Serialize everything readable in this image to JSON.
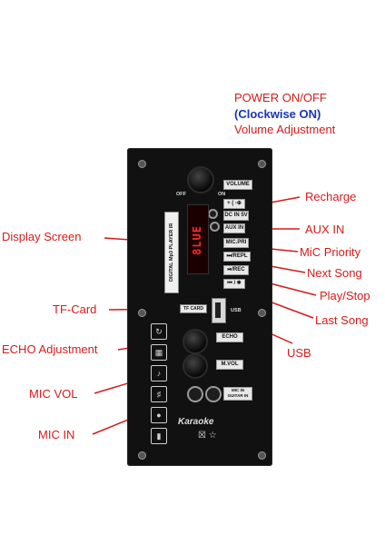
{
  "callouts": {
    "power": "POWER ON/OFF",
    "clockwise": "(Clockwise ON)",
    "volume_adjust": "Volume Adjustment",
    "recharge": "Recharge",
    "aux_in": "AUX IN",
    "display_screen": "Display Screen",
    "mic_priority": "MiC Priority",
    "next_song": "Next Song",
    "play_stop": "Play/Stop",
    "tf_card": "TF-Card",
    "last_song": "Last Song",
    "echo_adjust": "ECHO Adjustment",
    "usb": "USB",
    "mic_vol": "MIC VOL",
    "mic_in": "MIC IN"
  },
  "panel": {
    "knob_off": "OFF",
    "knob_on": "ON",
    "volume_label": "VOLUME",
    "charge_label": "+ ( -⊕",
    "dc_label": "DC IN 5V",
    "aux_label": "AUX IN",
    "mic_pri_label": "MIC.PRI",
    "next_label": "⏭/REPL",
    "play_label": "⏯/REC",
    "prev_label": "⏮ / ☀",
    "vertical_label": "DIGITAL Mp3 PLAYER IR",
    "display_value": "8LUE",
    "tf_label": "TF CARD",
    "usb_label": "USB",
    "echo_label": "ECHO",
    "mvol_label": "M.VOL",
    "mic_guitar_label": "MIC IN GUITAR IN",
    "brand": "Karaoke",
    "cert": "☒ ☆"
  },
  "colors": {
    "callout_text": "#d61a1a",
    "clockwise_text": "#1a33b8",
    "panel": "#111111",
    "display_led": "#ff2a2a"
  }
}
